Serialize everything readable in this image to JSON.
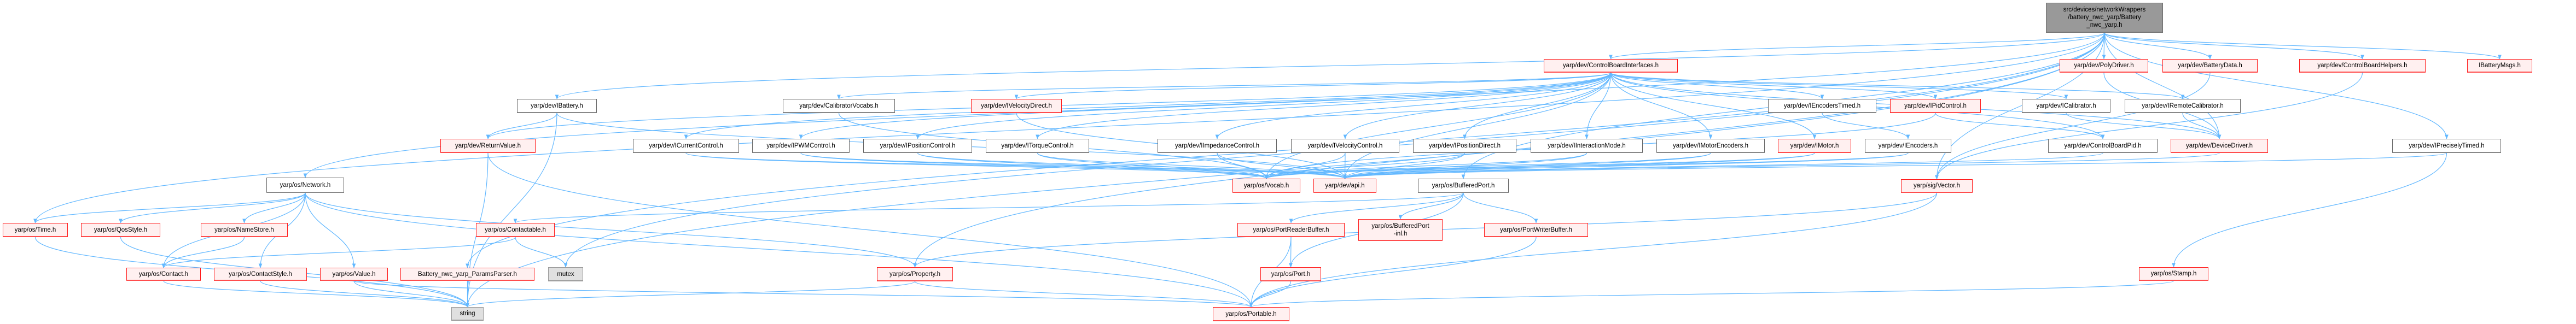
{
  "colors": {
    "edge": "#63b8ff",
    "red_border": "#ff1a1a",
    "red_fill": "#fff0f0",
    "root_fill": "#999999",
    "gray_fill": "#e0e0e0"
  },
  "nodes": [
    {
      "id": "root",
      "label": "src/devices/networkWrappers\n/battery_nwc_yarp/Battery\n_nwc_yarp.h",
      "style": "root"
    },
    {
      "id": "cbi",
      "label": "yarp/dev/ControlBoardInterfaces.h",
      "style": "red"
    },
    {
      "id": "polydriver",
      "label": "yarp/dev/PolyDriver.h",
      "style": "red"
    },
    {
      "id": "batterydata",
      "label": "yarp/dev/BatteryData.h",
      "style": "red"
    },
    {
      "id": "cbhelpers",
      "label": "yarp/dev/ControlBoardHelpers.h",
      "style": "red"
    },
    {
      "id": "ibatterymsgs",
      "label": "IBatteryMsgs.h",
      "style": "red"
    },
    {
      "id": "ibattery",
      "label": "yarp/dev/IBattery.h",
      "style": "white"
    },
    {
      "id": "calibvocabs",
      "label": "yarp/dev/CalibratorVocabs.h",
      "style": "white"
    },
    {
      "id": "ivelocitydirect",
      "label": "yarp/dev/IVelocityDirect.h",
      "style": "red"
    },
    {
      "id": "iencoderstimed",
      "label": "yarp/dev/IEncodersTimed.h",
      "style": "white"
    },
    {
      "id": "ipidcontrol",
      "label": "yarp/dev/IPidControl.h",
      "style": "red"
    },
    {
      "id": "icalibrator",
      "label": "yarp/dev/ICalibrator.h",
      "style": "white"
    },
    {
      "id": "iremotecalib",
      "label": "yarp/dev/IRemoteCalibrator.h",
      "style": "white"
    },
    {
      "id": "returnvalue",
      "label": "yarp/dev/ReturnValue.h",
      "style": "red"
    },
    {
      "id": "icurrent",
      "label": "yarp/dev/ICurrentControl.h",
      "style": "white"
    },
    {
      "id": "ipwm",
      "label": "yarp/dev/IPWMControl.h",
      "style": "white"
    },
    {
      "id": "iposctrl",
      "label": "yarp/dev/IPositionControl.h",
      "style": "white"
    },
    {
      "id": "itorque",
      "label": "yarp/dev/ITorqueControl.h",
      "style": "white"
    },
    {
      "id": "iimpedance",
      "label": "yarp/dev/IImpedanceControl.h",
      "style": "white"
    },
    {
      "id": "ivelctrl",
      "label": "yarp/dev/IVelocityControl.h",
      "style": "white"
    },
    {
      "id": "iposdirect",
      "label": "yarp/dev/IPositionDirect.h",
      "style": "white"
    },
    {
      "id": "iinteraction",
      "label": "yarp/dev/IInteractionMode.h",
      "style": "white"
    },
    {
      "id": "imotorenc",
      "label": "yarp/dev/IMotorEncoders.h",
      "style": "white"
    },
    {
      "id": "imotor",
      "label": "yarp/dev/IMotor.h",
      "style": "red"
    },
    {
      "id": "iencoders",
      "label": "yarp/dev/IEncoders.h",
      "style": "white"
    },
    {
      "id": "cbpid",
      "label": "yarp/dev/ControlBoardPid.h",
      "style": "white"
    },
    {
      "id": "devicedriver",
      "label": "yarp/dev/DeviceDriver.h",
      "style": "red"
    },
    {
      "id": "iprecisely",
      "label": "yarp/dev/IPreciselyTimed.h",
      "style": "white"
    },
    {
      "id": "network",
      "label": "yarp/os/Network.h",
      "style": "white"
    },
    {
      "id": "vocab",
      "label": "yarp/os/Vocab.h",
      "style": "red"
    },
    {
      "id": "api",
      "label": "yarp/dev/api.h",
      "style": "red"
    },
    {
      "id": "bufferedport",
      "label": "yarp/os/BufferedPort.h",
      "style": "white"
    },
    {
      "id": "vector",
      "label": "yarp/sig/Vector.h",
      "style": "red"
    },
    {
      "id": "time",
      "label": "yarp/os/Time.h",
      "style": "red"
    },
    {
      "id": "qos",
      "label": "yarp/os/QosStyle.h",
      "style": "red"
    },
    {
      "id": "namestore",
      "label": "yarp/os/NameStore.h",
      "style": "red"
    },
    {
      "id": "contactable",
      "label": "yarp/os/Contactable.h",
      "style": "red"
    },
    {
      "id": "portreader",
      "label": "yarp/os/PortReaderBuffer.h",
      "style": "red"
    },
    {
      "id": "bpinl",
      "label": "yarp/os/BufferedPort\n-inl.h",
      "style": "red"
    },
    {
      "id": "portwriter",
      "label": "yarp/os/PortWriterBuffer.h",
      "style": "red"
    },
    {
      "id": "contact",
      "label": "yarp/os/Contact.h",
      "style": "red"
    },
    {
      "id": "contactstyle",
      "label": "yarp/os/ContactStyle.h",
      "style": "red"
    },
    {
      "id": "value",
      "label": "yarp/os/Value.h",
      "style": "red"
    },
    {
      "id": "paramsparser",
      "label": "Battery_nwc_yarp_ParamsParser.h",
      "style": "red"
    },
    {
      "id": "mutex",
      "label": "mutex",
      "style": "gray"
    },
    {
      "id": "property",
      "label": "yarp/os/Property.h",
      "style": "red"
    },
    {
      "id": "port",
      "label": "yarp/os/Port.h",
      "style": "red"
    },
    {
      "id": "stamp",
      "label": "yarp/os/Stamp.h",
      "style": "red"
    },
    {
      "id": "string",
      "label": "string",
      "style": "gray"
    },
    {
      "id": "portable",
      "label": "yarp/os/Portable.h",
      "style": "red"
    }
  ],
  "edges": [
    [
      "root",
      "cbi"
    ],
    [
      "root",
      "polydriver"
    ],
    [
      "root",
      "batterydata"
    ],
    [
      "root",
      "cbhelpers"
    ],
    [
      "root",
      "ibatterymsgs"
    ],
    [
      "root",
      "iprecisely"
    ],
    [
      "root",
      "network"
    ],
    [
      "root",
      "time"
    ],
    [
      "root",
      "ibattery"
    ],
    [
      "root",
      "vector"
    ],
    [
      "root",
      "bufferedport"
    ],
    [
      "root",
      "property"
    ],
    [
      "root",
      "paramsparser"
    ],
    [
      "root",
      "mutex"
    ],
    [
      "root",
      "string"
    ],
    [
      "root",
      "devicedriver"
    ],
    [
      "cbi",
      "ivelocitydirect"
    ],
    [
      "cbi",
      "icurrent"
    ],
    [
      "cbi",
      "ipwm"
    ],
    [
      "cbi",
      "iposctrl"
    ],
    [
      "cbi",
      "itorque"
    ],
    [
      "cbi",
      "iimpedance"
    ],
    [
      "cbi",
      "ivelctrl"
    ],
    [
      "cbi",
      "iposdirect"
    ],
    [
      "cbi",
      "iinteraction"
    ],
    [
      "cbi",
      "imotorenc"
    ],
    [
      "cbi",
      "imotor"
    ],
    [
      "cbi",
      "iencoderstimed"
    ],
    [
      "cbi",
      "ipidcontrol"
    ],
    [
      "cbi",
      "icalibrator"
    ],
    [
      "cbi",
      "iremotecalib"
    ],
    [
      "cbi",
      "calibvocabs"
    ],
    [
      "cbi",
      "returnvalue"
    ],
    [
      "cbi",
      "cbpid"
    ],
    [
      "cbi",
      "devicedriver"
    ],
    [
      "cbi",
      "vocab"
    ],
    [
      "cbi",
      "api"
    ],
    [
      "ivelocitydirect",
      "api"
    ],
    [
      "icurrent",
      "vocab"
    ],
    [
      "icurrent",
      "api"
    ],
    [
      "ipwm",
      "vocab"
    ],
    [
      "ipwm",
      "api"
    ],
    [
      "iposctrl",
      "vocab"
    ],
    [
      "iposctrl",
      "api"
    ],
    [
      "itorque",
      "vocab"
    ],
    [
      "itorque",
      "api"
    ],
    [
      "iimpedance",
      "vocab"
    ],
    [
      "iimpedance",
      "api"
    ],
    [
      "ivelctrl",
      "vocab"
    ],
    [
      "ivelctrl",
      "api"
    ],
    [
      "iposdirect",
      "vocab"
    ],
    [
      "iposdirect",
      "api"
    ],
    [
      "iinteraction",
      "vocab"
    ],
    [
      "iinteraction",
      "api"
    ],
    [
      "imotorenc",
      "vocab"
    ],
    [
      "imotorenc",
      "api"
    ],
    [
      "imotor",
      "vocab"
    ],
    [
      "imotor",
      "api"
    ],
    [
      "iencoders",
      "vocab"
    ],
    [
      "iencoders",
      "api"
    ],
    [
      "iencoderstimed",
      "iencoders"
    ],
    [
      "ipidcontrol",
      "cbpid"
    ],
    [
      "ipidcontrol",
      "vocab"
    ],
    [
      "icalibrator",
      "devicedriver"
    ],
    [
      "iremotecalib",
      "devicedriver"
    ],
    [
      "polydriver",
      "devicedriver"
    ],
    [
      "cbpid",
      "api"
    ],
    [
      "devicedriver",
      "api"
    ],
    [
      "calibvocabs",
      "vocab"
    ],
    [
      "ibattery",
      "returnvalue"
    ],
    [
      "ibattery",
      "api"
    ],
    [
      "ibattery",
      "string"
    ],
    [
      "returnvalue",
      "string"
    ],
    [
      "returnvalue",
      "portable"
    ],
    [
      "network",
      "time"
    ],
    [
      "network",
      "qos"
    ],
    [
      "network",
      "namestore"
    ],
    [
      "network",
      "contact"
    ],
    [
      "network",
      "contactstyle"
    ],
    [
      "network",
      "value"
    ],
    [
      "network",
      "property"
    ],
    [
      "network",
      "portable"
    ],
    [
      "namestore",
      "contact"
    ],
    [
      "contactable",
      "contact"
    ],
    [
      "contactable",
      "mutex"
    ],
    [
      "time",
      "string"
    ],
    [
      "qos",
      "string"
    ],
    [
      "contact",
      "string"
    ],
    [
      "contactstyle",
      "string"
    ],
    [
      "value",
      "string"
    ],
    [
      "value",
      "portable"
    ],
    [
      "paramsparser",
      "string"
    ],
    [
      "bufferedport",
      "portreader"
    ],
    [
      "bufferedport",
      "bpinl"
    ],
    [
      "bufferedport",
      "portwriter"
    ],
    [
      "bufferedport",
      "port"
    ],
    [
      "bufferedport",
      "contactable"
    ],
    [
      "portreader",
      "port"
    ],
    [
      "portreader",
      "portable"
    ],
    [
      "port",
      "portable"
    ],
    [
      "portwriter",
      "portable"
    ],
    [
      "property",
      "string"
    ],
    [
      "property",
      "portable"
    ],
    [
      "vector",
      "portable"
    ],
    [
      "vector",
      "property"
    ],
    [
      "stamp",
      "portable"
    ],
    [
      "iprecisely",
      "stamp"
    ],
    [
      "iprecisely",
      "api"
    ],
    [
      "batterydata",
      "vector"
    ],
    [
      "cbhelpers",
      "vector"
    ]
  ]
}
